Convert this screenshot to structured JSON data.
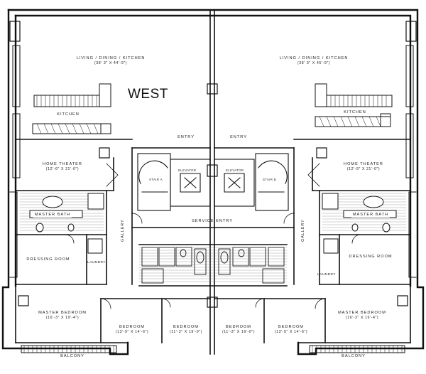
{
  "wing_label": "WEST",
  "rooms": {
    "living_left": {
      "name": "LIVING / DINING / KITCHEN",
      "dims": "(38' 3\" X 44'-9\")"
    },
    "living_right": {
      "name": "LIVING / DINING / KITCHEN",
      "dims": "(38' 3\" X 45'-9\")"
    },
    "kitchen_left": {
      "name": "KITCHEN"
    },
    "kitchen_right": {
      "name": "KITCHEN"
    },
    "entry_left": {
      "name": "ENTRY"
    },
    "entry_right": {
      "name": "ENTRY"
    },
    "theater_left": {
      "name": "HOME THEATER",
      "dims": "(12'-6\" X 21'-0\")"
    },
    "theater_right": {
      "name": "HOME THEATER",
      "dims": "(12'-9\" X 21'-0\")"
    },
    "stair_a": {
      "name": "STAIR A"
    },
    "stair_b": {
      "name": "STAIR B"
    },
    "elevator_left": {
      "name": "ELEVATOR"
    },
    "elevator_right": {
      "name": "ELEVATOR"
    },
    "service_entry": {
      "name": "SERVICE ENTRY"
    },
    "gallery_left": {
      "name": "GALLERY"
    },
    "gallery_right": {
      "name": "GALLERY"
    },
    "master_bath_left": {
      "name": "MASTER BATH"
    },
    "master_bath_right": {
      "name": "MASTER BATH"
    },
    "dressing_left": {
      "name": "DRESSING ROOM"
    },
    "dressing_right": {
      "name": "DRESSING ROOM"
    },
    "laundry_left": {
      "name": "LAUNDRY"
    },
    "laundry_right": {
      "name": "LAUNDRY"
    },
    "master_bed_left": {
      "name": "MASTER BEDROOM",
      "dims": "(16'-3\" X 19'-4\")"
    },
    "master_bed_right": {
      "name": "MASTER BEDROOM",
      "dims": "(16'-3\" X 19'-4\")"
    },
    "bedroom_1": {
      "name": "BEDROOM",
      "dims": "(13'-9\" X 14'-6\")"
    },
    "bedroom_2": {
      "name": "BEDROOM",
      "dims": "(11'-3\" X 19'-0\")"
    },
    "bedroom_3": {
      "name": "BEDROOM",
      "dims": "(11'-3\" X 19'-0\")"
    },
    "bedroom_4": {
      "name": "BEDROOM",
      "dims": "(13'-5\" X 14'-6\")"
    },
    "balcony_left": {
      "name": "BALCONY"
    },
    "balcony_right": {
      "name": "BALCONY"
    }
  }
}
